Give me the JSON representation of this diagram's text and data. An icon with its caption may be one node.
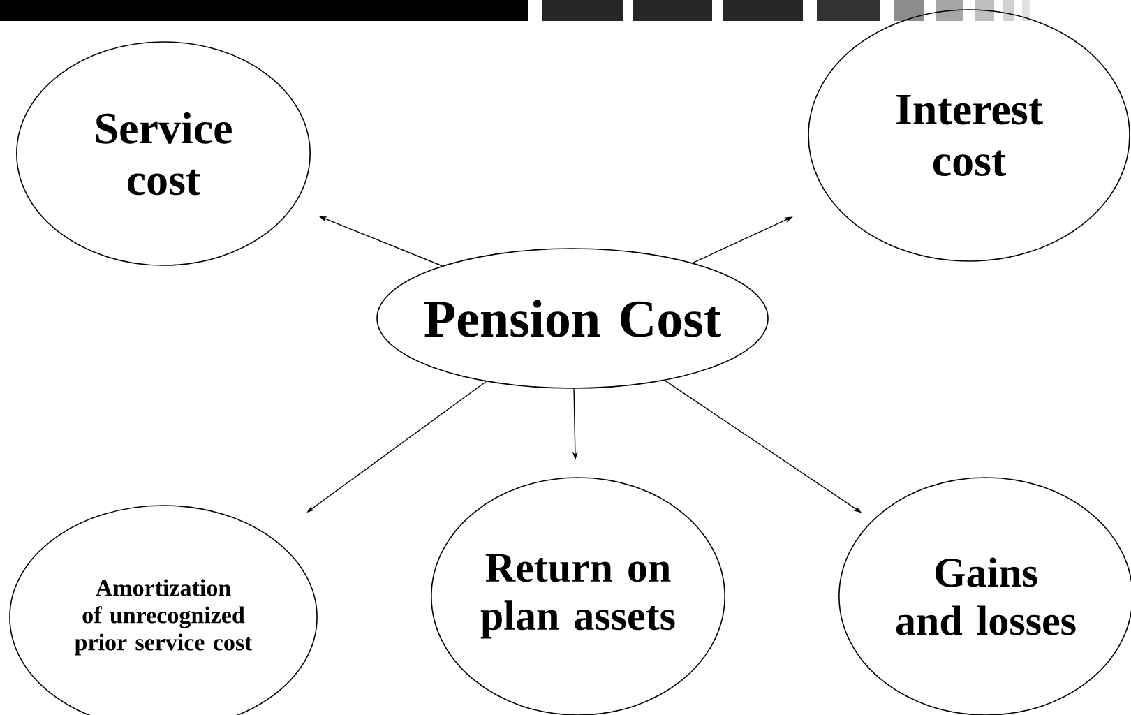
{
  "diagram": {
    "nodes": [
      {
        "text": [
          "Pension Cost"
        ]
      },
      {
        "text": [
          "Service cost"
        ]
      },
      {
        "text": [
          "Interest cost"
        ]
      },
      {
        "text": [
          "Amortization of unrecognized prior service cost"
        ]
      },
      {
        "text": [
          "Return on plan assets"
        ]
      },
      {
        "text": [
          "Gains and losses"
        ]
      }
    ],
    "edges": [
      {
        "from": 0,
        "to": 1,
        "arrow": "to"
      },
      {
        "from": 0,
        "to": 2,
        "arrow": "to"
      },
      {
        "from": 0,
        "to": 3,
        "arrow": "to"
      },
      {
        "from": 0,
        "to": 4,
        "arrow": "to"
      },
      {
        "from": 0,
        "to": 5,
        "arrow": "to"
      }
    ]
  }
}
